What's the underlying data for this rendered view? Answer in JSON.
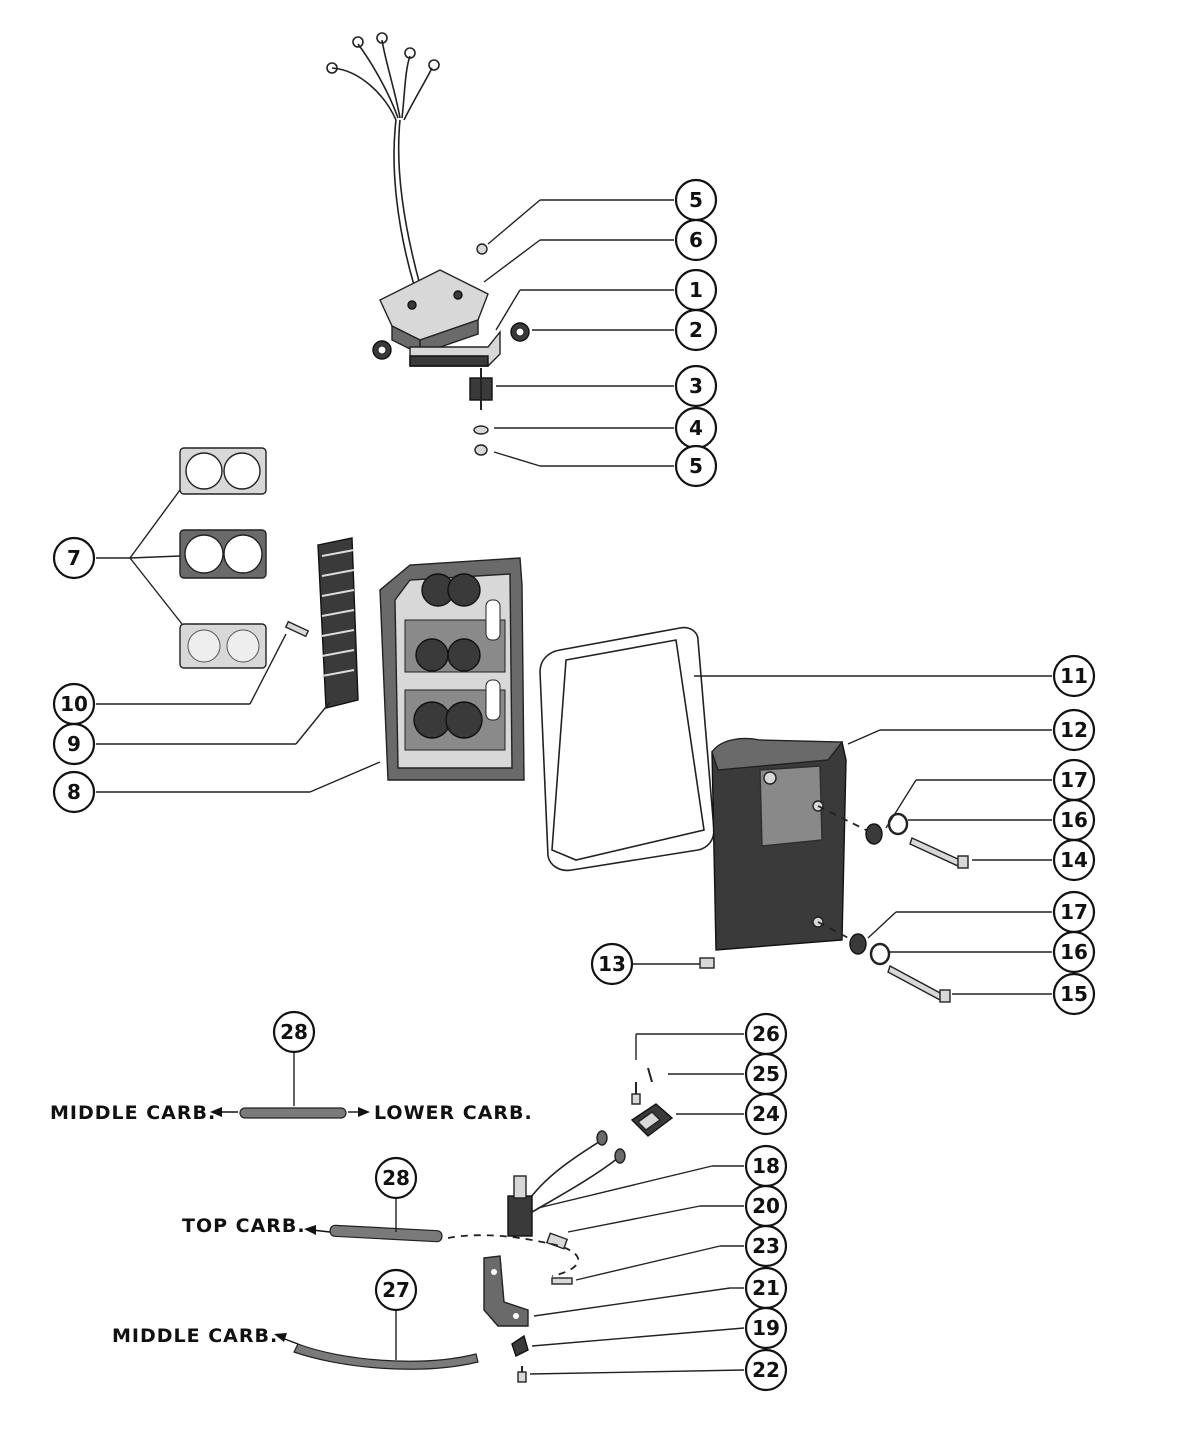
{
  "callouts": {
    "c5a": "5",
    "c6": "6",
    "c1": "1",
    "c2": "2",
    "c3": "3",
    "c4": "4",
    "c5b": "5",
    "c7": "7",
    "c10": "10",
    "c9": "9",
    "c8": "8",
    "c11": "11",
    "c12": "12",
    "c17a": "17",
    "c16a": "16",
    "c14": "14",
    "c17b": "17",
    "c16b": "16",
    "c13": "13",
    "c15": "15",
    "c26": "26",
    "c25": "25",
    "c24": "24",
    "c18": "18",
    "c20": "20",
    "c23": "23",
    "c21": "21",
    "c19": "19",
    "c22": "22",
    "c28a": "28",
    "c28b": "28",
    "c27": "27"
  },
  "labels": {
    "middle_carb_1": "MIDDLE CARB.",
    "lower_carb": "LOWER CARB.",
    "top_carb": "TOP CARB.",
    "middle_carb_2": "MIDDLE CARB."
  }
}
